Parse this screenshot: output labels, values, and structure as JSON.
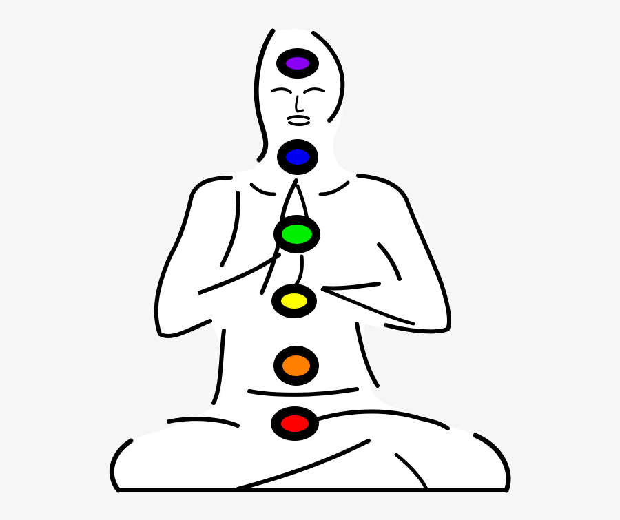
{
  "background_color": "#f6f6f6",
  "figure_fill": "#ffffff",
  "outline_color": "#000000",
  "chakras": [
    {
      "name": "crown",
      "color": "#8a00f0"
    },
    {
      "name": "throat",
      "color": "#0000ee"
    },
    {
      "name": "heart",
      "color": "#00ee00"
    },
    {
      "name": "solar-plexus",
      "color": "#ffff00"
    },
    {
      "name": "sacral",
      "color": "#ff8000"
    },
    {
      "name": "root",
      "color": "#ff0000"
    }
  ]
}
